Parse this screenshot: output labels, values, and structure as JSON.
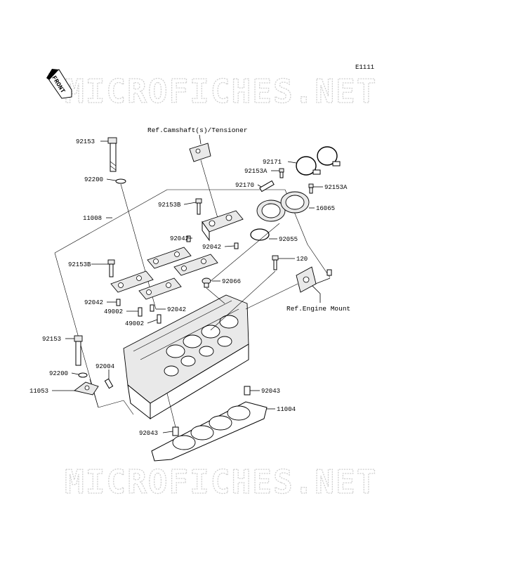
{
  "diagram_code": "E1111",
  "front_label": "FRONT",
  "watermark": {
    "text": "MICROFICHES.NET"
  },
  "refs": {
    "camshaft": "Ref.Camshaft(s)/Tensioner",
    "engine_mount": "Ref.Engine Mount"
  },
  "parts": {
    "p92153_top": "92153",
    "p92200_top": "92200",
    "p11008": "11008",
    "p92153B_a": "92153B",
    "p92042_a": "92042",
    "p92042_b": "92042",
    "p92153B_b": "92153B",
    "p92042_c": "92042",
    "p49002_a": "49002",
    "p92042_d": "92042",
    "p49002_b": "49002",
    "p92153_bot": "92153",
    "p92004": "92004",
    "p92200_bot": "92200",
    "p11053": "11053",
    "p92043_bot": "92043",
    "p92171": "92171",
    "p92153A_a": "92153A",
    "p92170": "92170",
    "p92153A_b": "92153A",
    "p16065": "16065",
    "p92055": "92055",
    "p92066": "92066",
    "p120": "120",
    "p92043_right": "92043",
    "p11004": "11004"
  }
}
